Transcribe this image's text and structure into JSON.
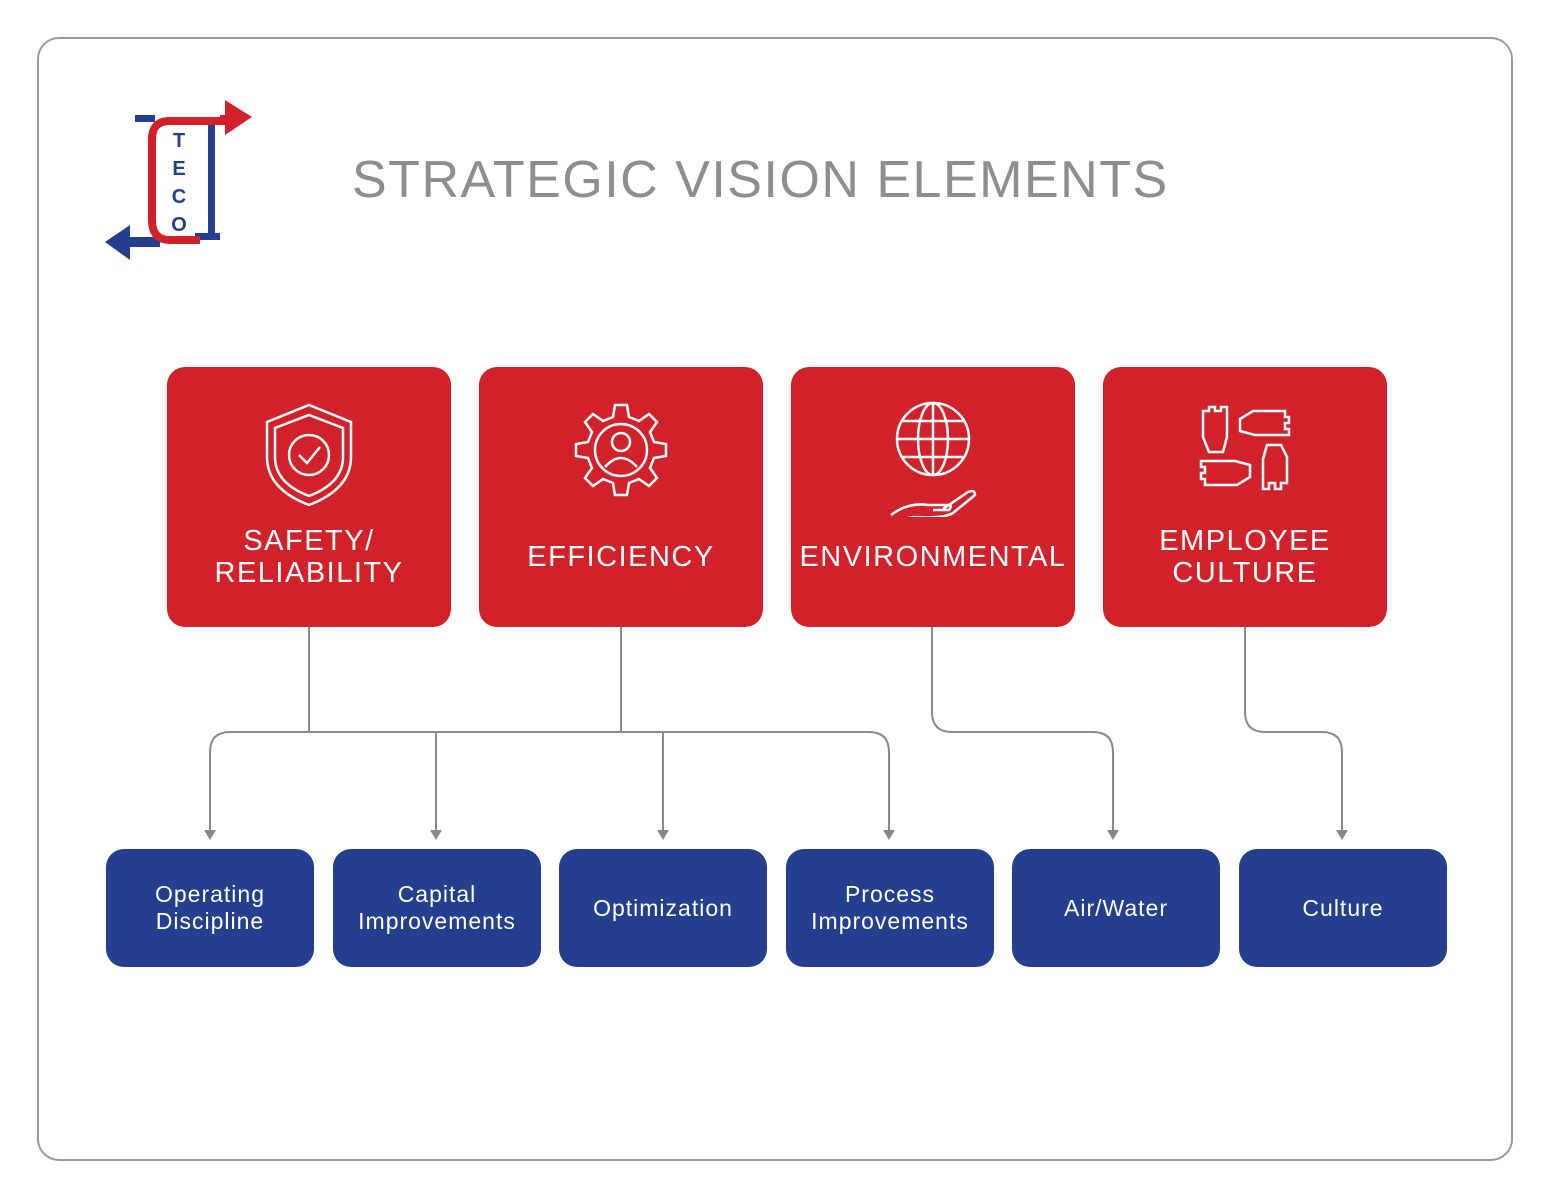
{
  "logo": {
    "text": "TECO",
    "colors": {
      "red": "#d1222b",
      "blue": "#253f8f"
    }
  },
  "title": "STRATEGIC VISION ELEMENTS",
  "elements": [
    {
      "label": "SAFETY/\nRELIABILITY",
      "icon": "shield-check-icon"
    },
    {
      "label": "EFFICIENCY",
      "icon": "gear-person-icon"
    },
    {
      "label": "ENVIRONMENTAL",
      "icon": "globe-hand-icon"
    },
    {
      "label": "EMPLOYEE\nCULTURE",
      "icon": "hands-together-icon"
    }
  ],
  "sub_elements": [
    {
      "label": "Operating\nDiscipline"
    },
    {
      "label": "Capital\nImprovements"
    },
    {
      "label": "Optimization"
    },
    {
      "label": "Process\nImprovements"
    },
    {
      "label": "Air/Water"
    },
    {
      "label": "Culture"
    }
  ],
  "colors": {
    "element": "#d1222b",
    "sub_element": "#253f8f",
    "connector": "#8a8a8a",
    "title": "#8e8e8e"
  }
}
